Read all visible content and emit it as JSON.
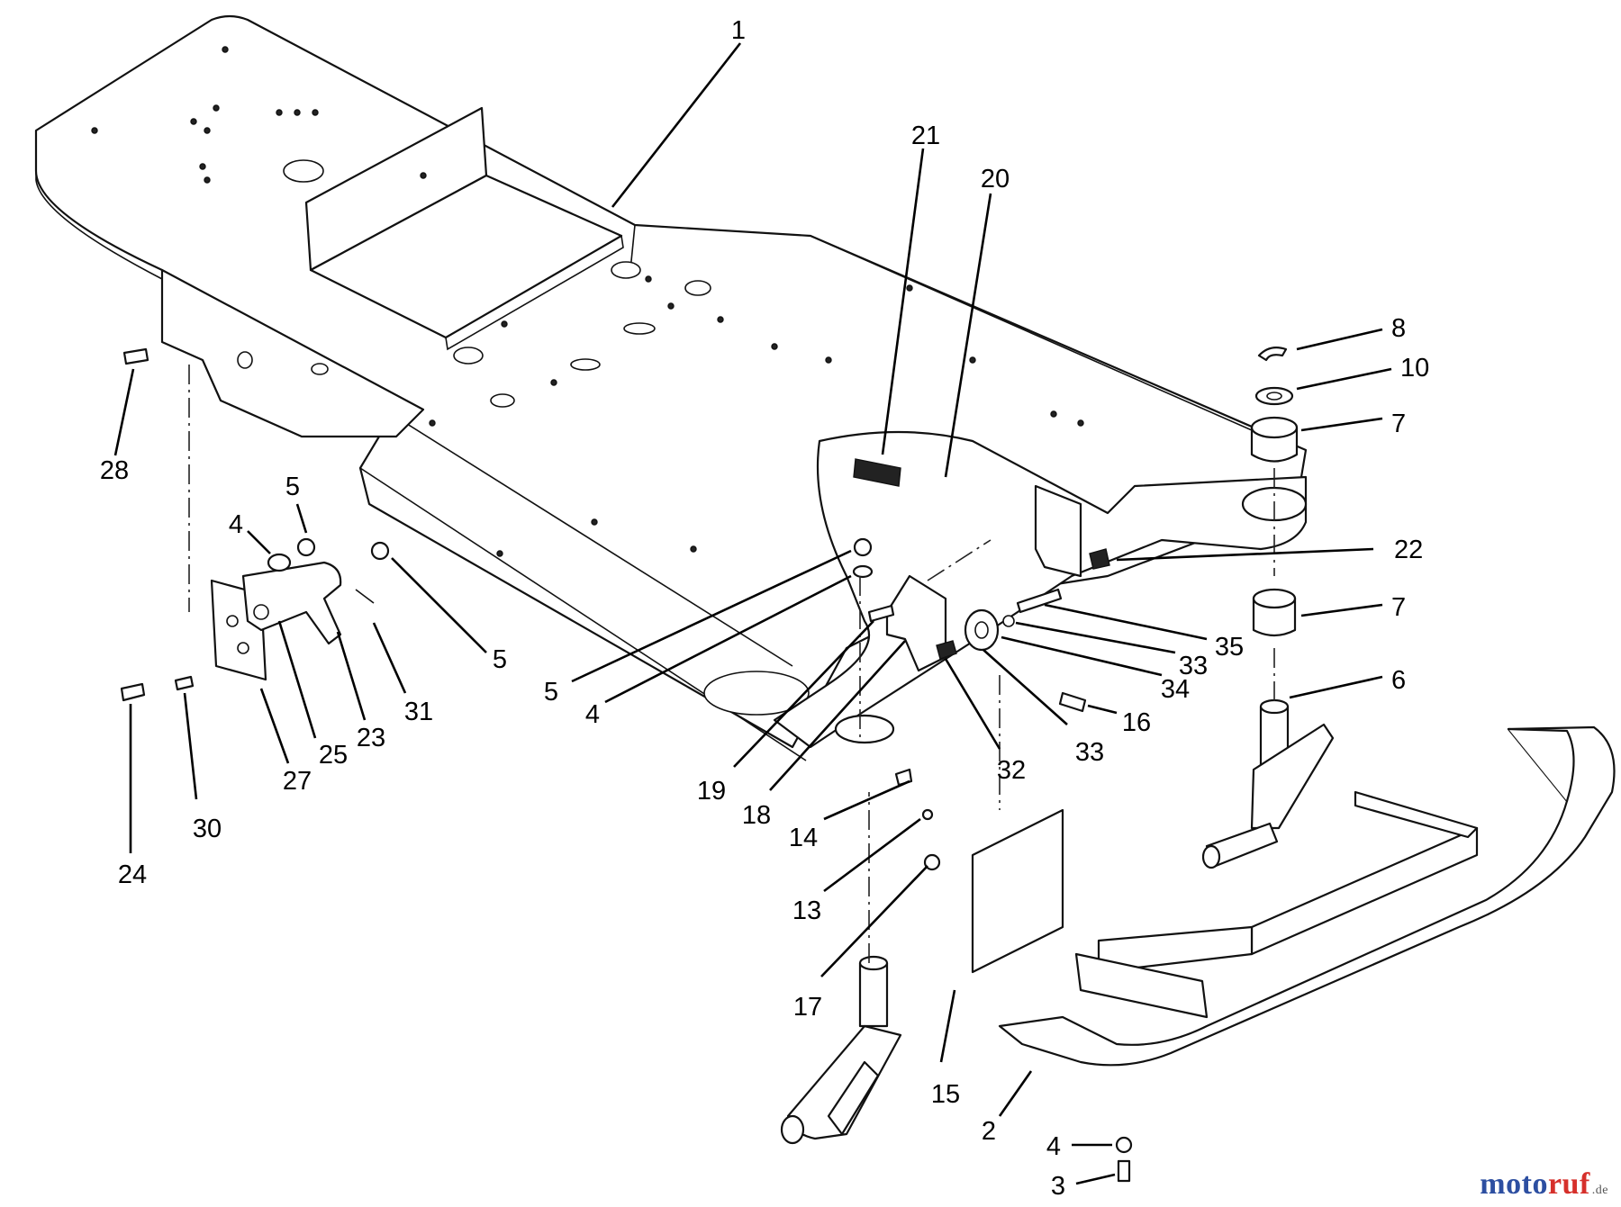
{
  "diagram": {
    "callouts": [
      "1",
      "21",
      "20",
      "8",
      "10",
      "7",
      "28",
      "5",
      "4",
      "5",
      "22",
      "7",
      "35",
      "5",
      "4",
      "33",
      "6",
      "34",
      "16",
      "31",
      "23",
      "25",
      "27",
      "24",
      "30",
      "19",
      "18",
      "32",
      "33",
      "14",
      "13",
      "17",
      "15",
      "2",
      "4",
      "3"
    ],
    "watermark": {
      "part_a": "moto",
      "part_b": "ruf",
      "part_c": ".de"
    },
    "colors": {
      "ink": "#111111",
      "paper": "#ffffff",
      "watermark_blue": "#2d4fa1",
      "watermark_red": "#d6302b"
    }
  }
}
